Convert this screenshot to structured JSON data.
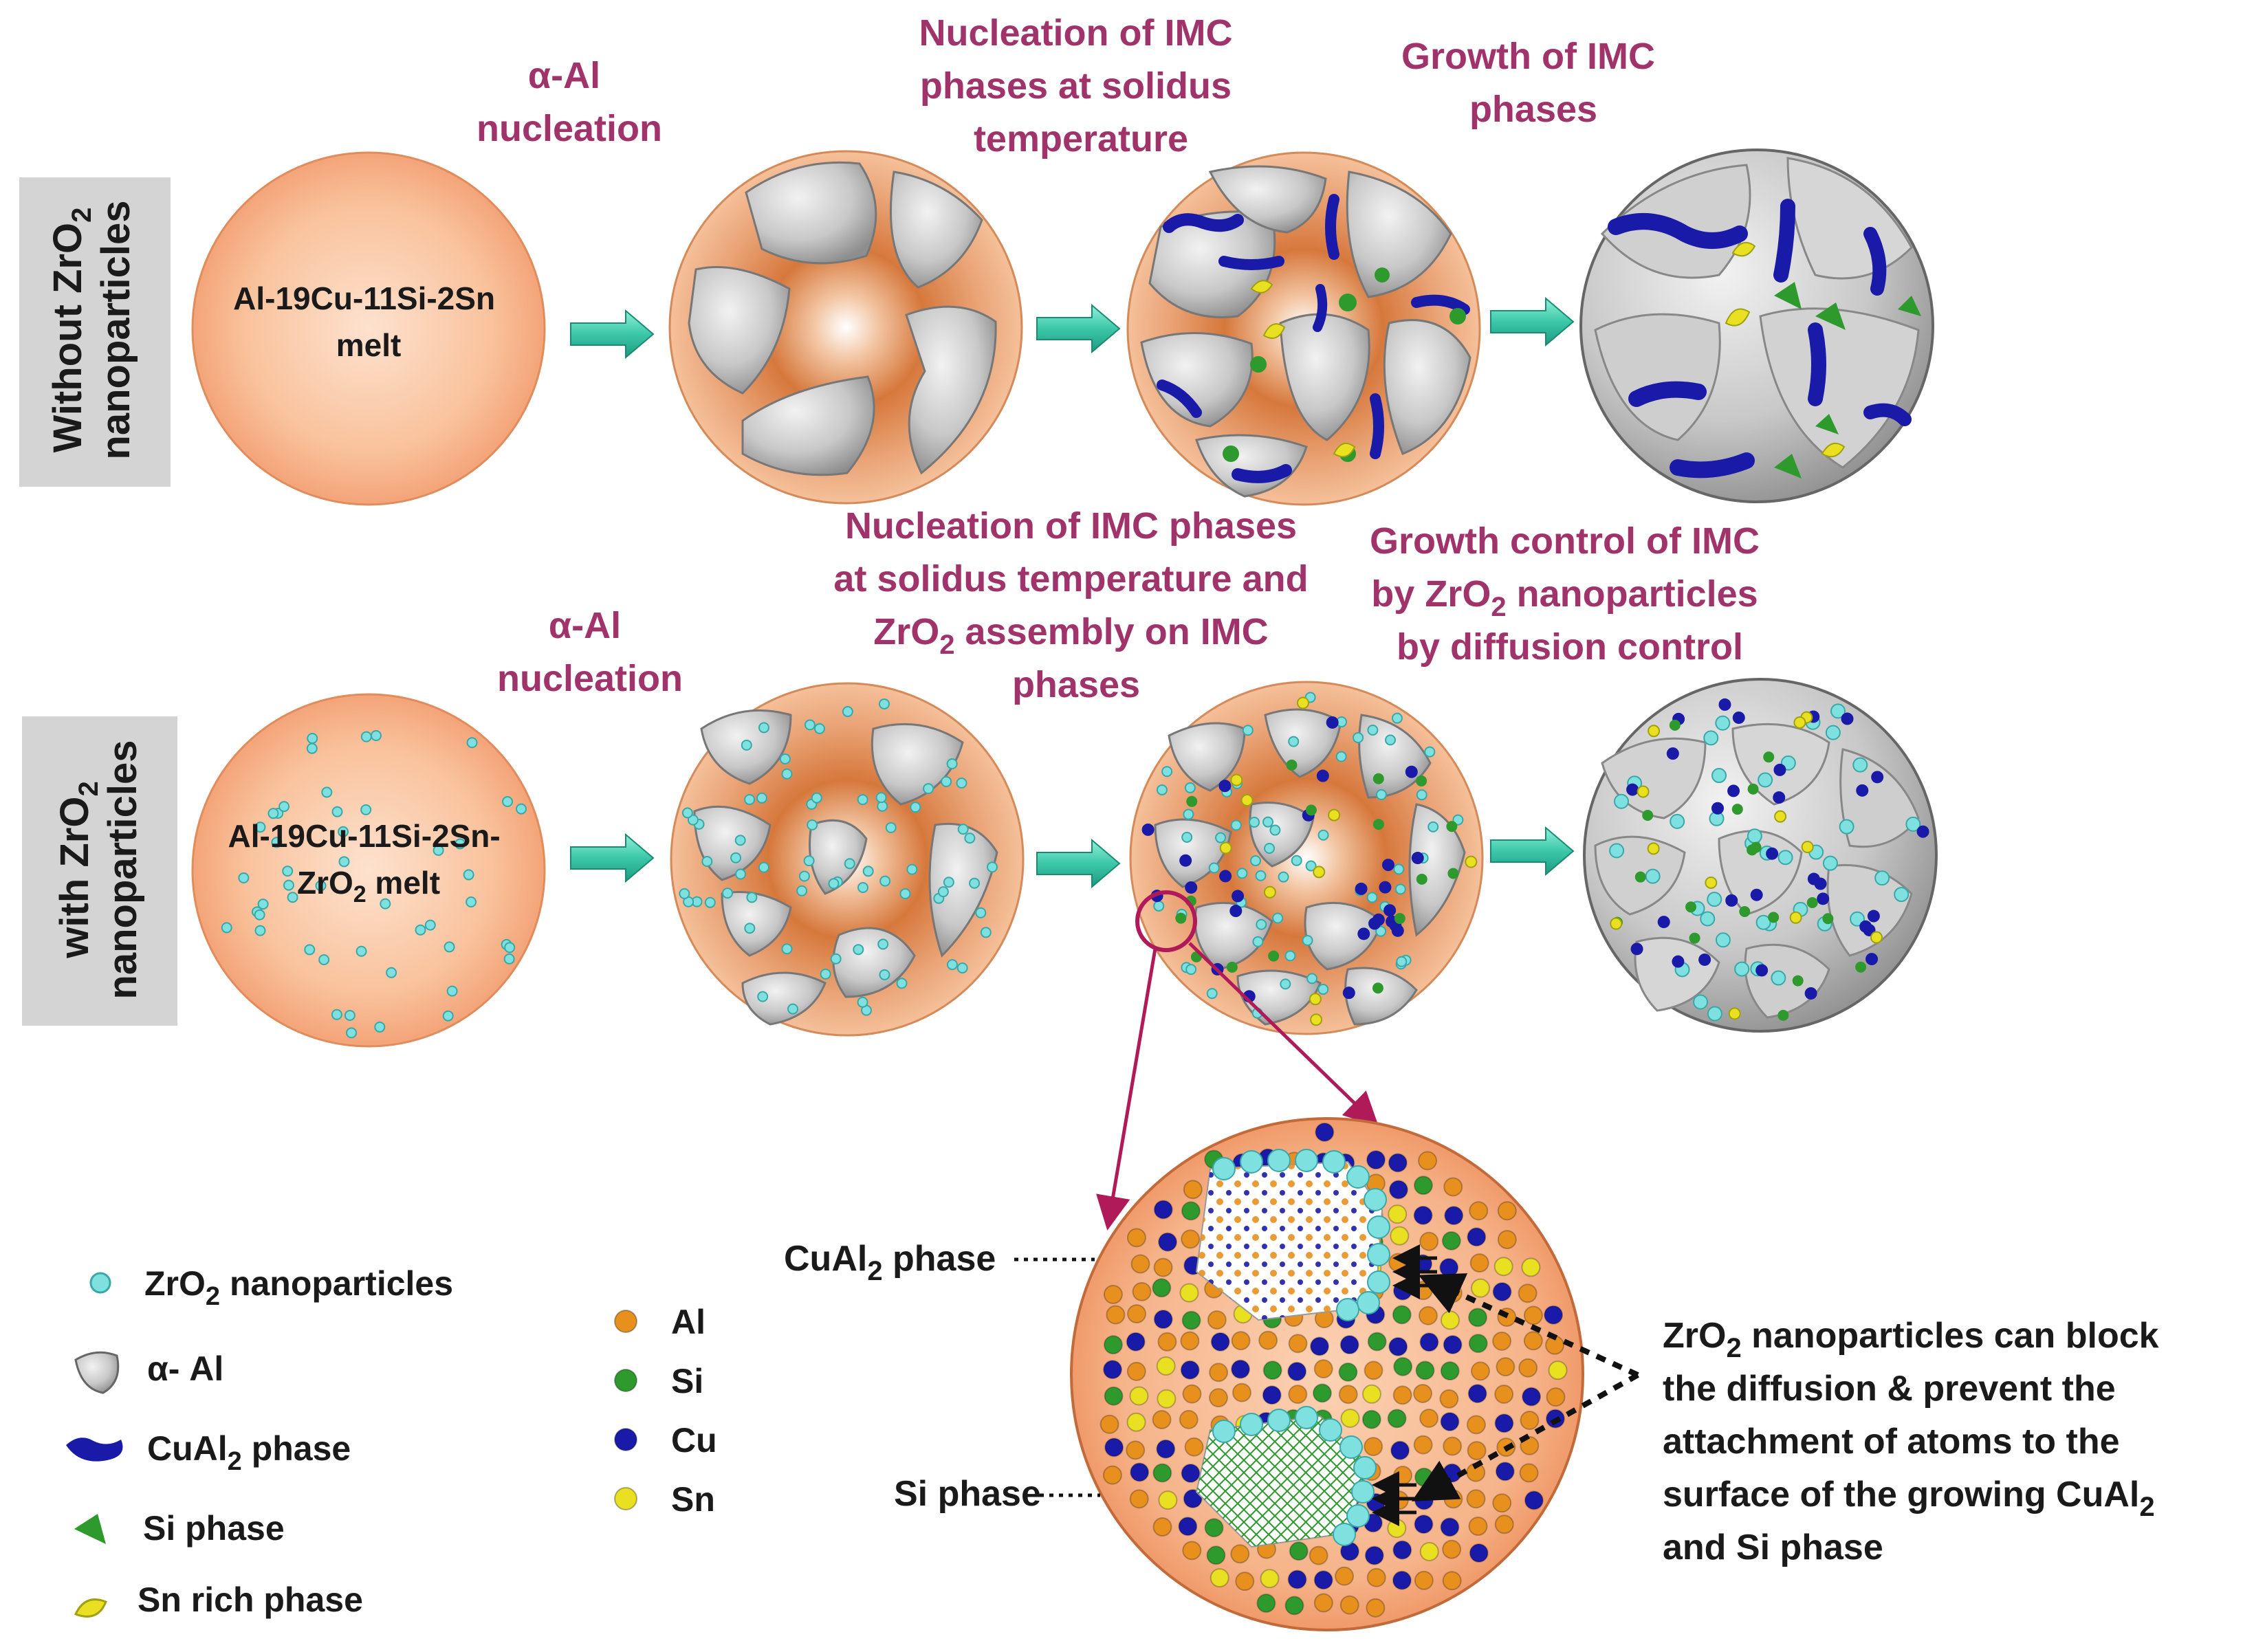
{
  "row_labels": {
    "without": {
      "line1_pre": "Without ZrO",
      "line1_sub": "2",
      "line2": "nanoparticles"
    },
    "with": {
      "line1_pre": "with ZrO",
      "line1_sub": "2",
      "line2": "nanoparticles"
    }
  },
  "titles_top": {
    "alpha_al": [
      "α-Al",
      "nucleation"
    ],
    "nucleation_imc": [
      "Nucleation of IMC",
      "phases at solidus",
      "temperature"
    ],
    "growth_imc": [
      "Growth of IMC",
      "phases"
    ]
  },
  "titles_bottom": {
    "alpha_al": [
      "α-Al",
      "nucleation"
    ],
    "nucleation_imc": {
      "line1": "Nucleation of IMC phases",
      "line2": "at solidus temperature and",
      "line3_pre": "ZrO",
      "line3_sub": "2",
      "line3_post": " assembly on IMC",
      "line4": "phases"
    },
    "growth_control": {
      "line1": "Growth control of IMC",
      "line2_pre": "by ZrO",
      "line2_sub": "2",
      "line2_post": " nanoparticles",
      "line3": "by diffusion control"
    }
  },
  "melts": {
    "top": [
      "Al-19Cu-11Si-2Sn",
      "melt"
    ],
    "bottom": {
      "line1": "Al-19Cu-11Si-2Sn-",
      "line2_pre": "ZrO",
      "line2_sub": "2",
      "line2_post": " melt"
    }
  },
  "legend_phases": [
    {
      "key": "zro2",
      "pre": "ZrO",
      "sub": "2",
      "post": " nanoparticles"
    },
    {
      "key": "alpha",
      "pre": "α- Al",
      "sub": "",
      "post": ""
    },
    {
      "key": "cual2",
      "pre": "CuAl",
      "sub": "2",
      "post": " phase"
    },
    {
      "key": "si",
      "pre": "Si phase",
      "sub": "",
      "post": ""
    },
    {
      "key": "sn",
      "pre": "Sn rich phase",
      "sub": "",
      "post": ""
    }
  ],
  "legend_atoms": [
    {
      "label": "Al",
      "color": "#e8901e"
    },
    {
      "label": "Si",
      "color": "#2e9a2e"
    },
    {
      "label": "Cu",
      "color": "#1a1aa8"
    },
    {
      "label": "Sn",
      "color": "#e8e020"
    }
  ],
  "zoom_labels": {
    "cual2": {
      "pre": "CuAl",
      "sub": "2",
      "post": " phase"
    },
    "si": "Si phase"
  },
  "note": {
    "line1_pre": "ZrO",
    "line1_sub": "2",
    "line1_post": " nanoparticles can block",
    "line2": "the diffusion & prevent the",
    "line3": "attachment of atoms to the",
    "line4_pre": "surface of the growing CuAl",
    "line4_sub": "2",
    "line5": "and Si phase"
  },
  "colors": {
    "title": "#a0336a",
    "melt": "#f7b98e",
    "al": "#e8901e",
    "si": "#2e9a2e",
    "cu": "#1a1aa8",
    "sn": "#e8e020",
    "zro2": "#7fe0e0",
    "arrow": "#3cc8a8",
    "label_box": "#d4d4d4",
    "grain": "#b8b8b8",
    "pointer": "#b01a58"
  }
}
